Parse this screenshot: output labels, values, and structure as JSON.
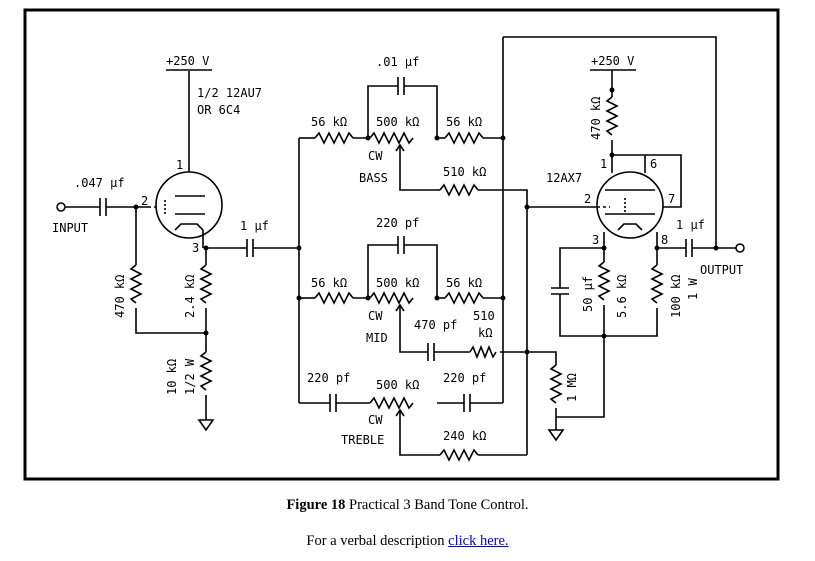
{
  "figure": {
    "number_label": "Figure 18",
    "title": "Practical 3 Band Tone Control."
  },
  "description": {
    "prefix": "For a verbal description",
    "link_text": "click here."
  },
  "schematic": {
    "supply_left": "+250 V",
    "tube_left_line1": "1/2 12AU7",
    "tube_left_line2": "OR 6C4",
    "input_cap": ".047 µf",
    "input_label": "INPUT",
    "pin2_left": "2",
    "pin1_left": "1",
    "pin3_left": "3",
    "coupling_cap": "1 µf",
    "r_grid_a": "470 kΩ",
    "r_cathode_a": "2.4 kΩ",
    "r_cathode_b1": "10 kΩ",
    "r_cathode_b2": "1/2 W",
    "bass_cap": ".01 µf",
    "bass_r_left": "56 kΩ",
    "bass_pot": "500 kΩ",
    "bass_r_right": "56 kΩ",
    "bass_cw": "CW",
    "bass_label": "BASS",
    "bass_r_out": "510 kΩ",
    "mid_cap": "220 pf",
    "mid_r_left": "56 kΩ",
    "mid_pot": "500 kΩ",
    "mid_r_right": "56 kΩ",
    "mid_cw": "CW",
    "mid_label": "MID",
    "mid_cap_out": "470 pf",
    "mid_r_out_1": "510",
    "mid_r_out_2": "kΩ",
    "treble_cap_left": "220 pf",
    "treble_pot": "500 kΩ",
    "treble_cap_right": "220 pf",
    "treble_cw": "CW",
    "treble_label": "TREBLE",
    "treble_r_out": "240 kΩ",
    "r_grid_b": "1 MΩ",
    "supply_right": "+250 V",
    "tube_right": "12AX7",
    "r_plate_b": "470 kΩ",
    "pin1_right": "1",
    "pin6_right": "6",
    "pin2_right": "2",
    "pin7_right": "7",
    "pin3_right": "3",
    "pin8_right": "8",
    "cathode_cap": "50 µf",
    "r_cathode_c": "5.6 kΩ",
    "r_load_1": "100 kΩ",
    "r_load_2": "1 W",
    "output_cap": "1 µf",
    "output_label": "OUTPUT"
  }
}
